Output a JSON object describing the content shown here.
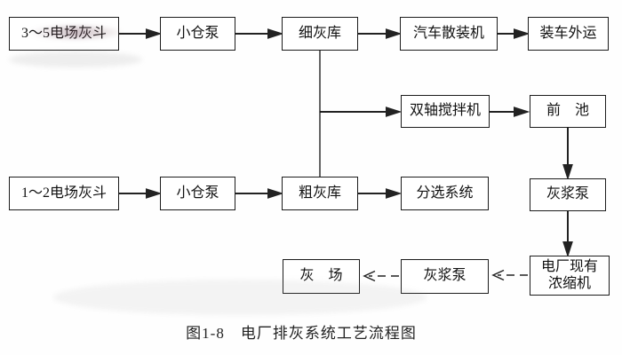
{
  "figure": {
    "caption": "图1-8　电厂排灰系统工艺流程图"
  },
  "nodes": {
    "hopper35": {
      "label": "3～5电场灰斗"
    },
    "pump_top": {
      "label": "小仓泵"
    },
    "fine_silo": {
      "label": "细灰库"
    },
    "truck_loader": {
      "label": "汽车散装机"
    },
    "load_out": {
      "label": "装车外运"
    },
    "mixer": {
      "label": "双轴搅拌机"
    },
    "forebay": {
      "label": "前　池"
    },
    "hopper12": {
      "label": "1～2电场灰斗"
    },
    "pump_bottom": {
      "label": "小仓泵"
    },
    "coarse_silo": {
      "label": "粗灰库"
    },
    "sorting": {
      "label": "分选系统"
    },
    "slurry_right": {
      "label": "灰浆泵"
    },
    "ash_field": {
      "label": "灰　场"
    },
    "slurry_bottom": {
      "label": "灰浆泵"
    },
    "thickener": {
      "label": "电厂现有\n浓缩机"
    }
  },
  "edges": [
    {
      "from": "hopper35",
      "to": "pump_top",
      "style": "solid-arrow"
    },
    {
      "from": "pump_top",
      "to": "fine_silo",
      "style": "solid-arrow"
    },
    {
      "from": "fine_silo",
      "to": "truck_loader",
      "style": "solid-arrow"
    },
    {
      "from": "truck_loader",
      "to": "load_out",
      "style": "solid-arrow"
    },
    {
      "from": "fine_silo",
      "to": "coarse_silo",
      "style": "solid-line"
    },
    {
      "from": "fine_silo",
      "to": "mixer",
      "style": "solid-arrow"
    },
    {
      "from": "mixer",
      "to": "forebay",
      "style": "solid-arrow"
    },
    {
      "from": "forebay",
      "to": "slurry_right",
      "style": "solid-arrow"
    },
    {
      "from": "slurry_right",
      "to": "thickener",
      "style": "solid-arrow"
    },
    {
      "from": "hopper12",
      "to": "pump_bottom",
      "style": "solid-arrow"
    },
    {
      "from": "pump_bottom",
      "to": "coarse_silo",
      "style": "solid-arrow"
    },
    {
      "from": "coarse_silo",
      "to": "sorting",
      "style": "solid-arrow"
    },
    {
      "from": "thickener",
      "to": "slurry_bottom",
      "style": "dashed-arrow"
    },
    {
      "from": "slurry_bottom",
      "to": "ash_field",
      "style": "dashed-arrow"
    }
  ],
  "colors": {
    "line": "#222222",
    "box_border": "#1c1c1c",
    "background": "#fefefe",
    "text": "#111111"
  }
}
